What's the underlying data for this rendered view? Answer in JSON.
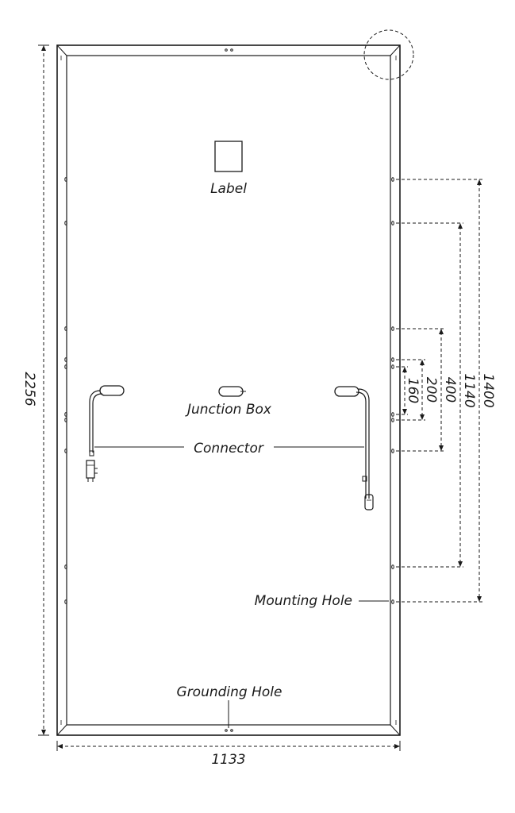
{
  "labels": {
    "label": "Label",
    "junction_box": "Junction Box",
    "connector": "Connector",
    "mounting_hole": "Mounting Hole",
    "grounding_hole": "Grounding Hole"
  },
  "dimensions": {
    "height": "2256",
    "width": "1133",
    "d1400": "1400",
    "d1140": "1140",
    "d400": "400",
    "d200": "200",
    "d160": "160"
  }
}
